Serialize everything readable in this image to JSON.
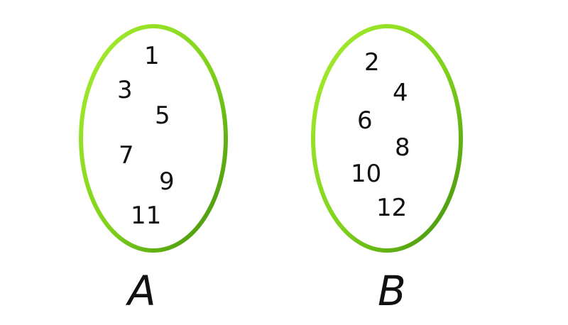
{
  "sets": [
    {
      "label": "A",
      "elements": [
        "1",
        "3",
        "5",
        "7",
        "9",
        "11"
      ]
    },
    {
      "label": "B",
      "elements": [
        "2",
        "4",
        "6",
        "8",
        "10",
        "12"
      ]
    }
  ],
  "colors": {
    "ring_light": "#a8ee2e",
    "ring_mid": "#7fd11c",
    "ring_dark": "#3f8c0c",
    "text": "#111111",
    "background": "#ffffff"
  }
}
